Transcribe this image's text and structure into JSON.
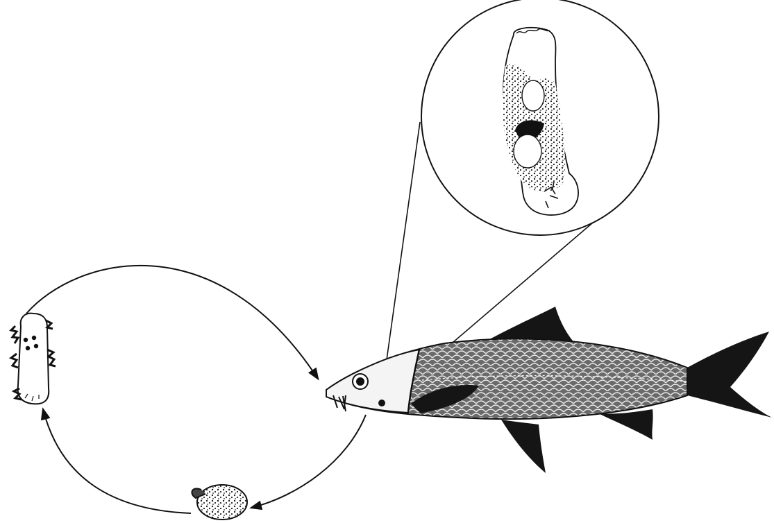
{
  "figure": {
    "description_labels": [],
    "ink_color": "#111111",
    "background_color": "#ffffff"
  },
  "lifecycle": {
    "stages": [
      {
        "name": "oncomiracidium-larva"
      },
      {
        "name": "egg"
      },
      {
        "name": "adult-on-host-fish"
      }
    ],
    "arrows": [
      {
        "from": "oncomiracidium-larva",
        "to": "adult-on-host-fish"
      },
      {
        "from": "adult-on-host-fish",
        "to": "egg"
      },
      {
        "from": "egg",
        "to": "oncomiracidium-larva"
      }
    ]
  }
}
